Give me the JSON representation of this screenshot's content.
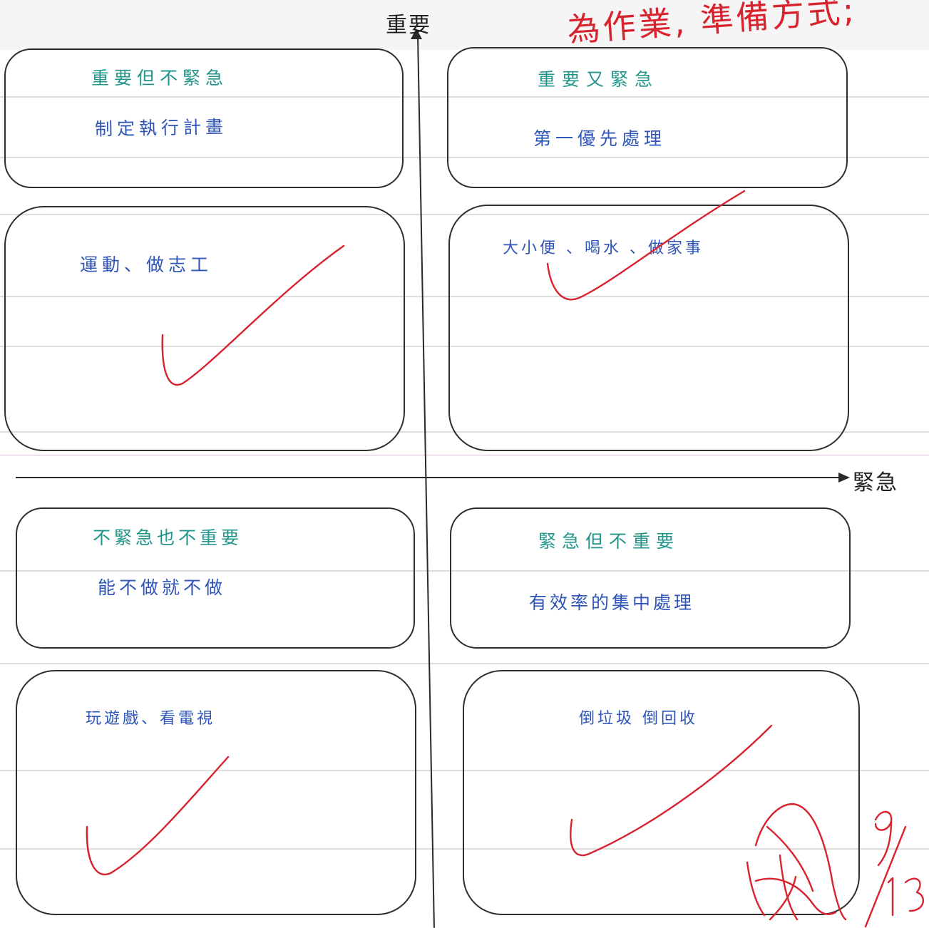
{
  "axes": {
    "important": "重要",
    "urgent": "緊急"
  },
  "top_note": "為作業, 準備方式;",
  "quadrants": [
    {
      "id": "important-not-urgent",
      "title": "重要但不緊急",
      "action": "制定執行計畫",
      "examples": "運動、做志工"
    },
    {
      "id": "important-and-urgent",
      "title": "重要又緊急",
      "action": "第一優先處理",
      "examples": "大小便 、喝水 、做家事"
    },
    {
      "id": "not-urgent-not-important",
      "title": "不緊急也不重要",
      "action": "能不做就不做",
      "examples": "玩遊戲、看電視"
    },
    {
      "id": "urgent-not-important",
      "title": "緊急但不重要",
      "action": "有效率的集中處理",
      "examples": "倒垃圾  倒回收"
    }
  ],
  "grading": {
    "signature": "簽",
    "date": "9/13",
    "ink_color": "#d8232f"
  }
}
